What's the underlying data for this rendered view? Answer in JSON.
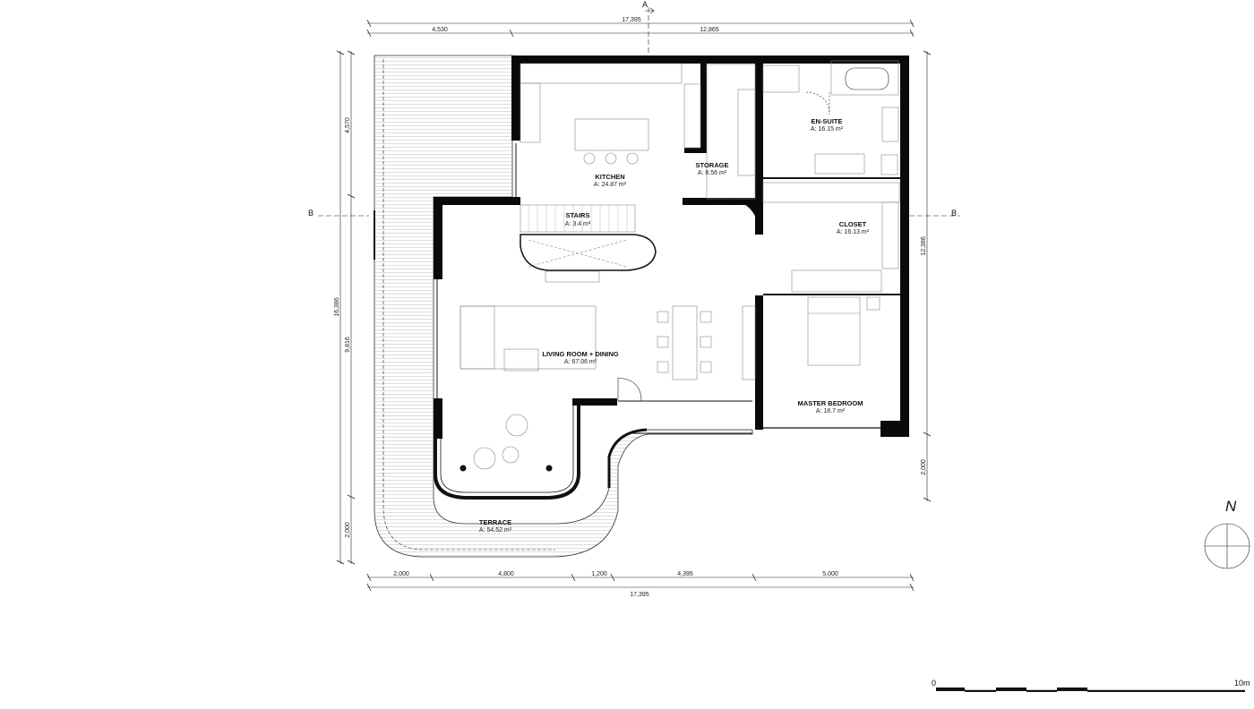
{
  "rooms": {
    "kitchen": {
      "name": "KITCHEN",
      "area": "A: 24.87 m²"
    },
    "storage": {
      "name": "STORAGE",
      "area": "A: 8.56 m²"
    },
    "ensuite": {
      "name": "EN-SUITE",
      "area": "A: 16.15 m²"
    },
    "stairs": {
      "name": "STAIRS",
      "area": "A: 3.4 m²"
    },
    "closet": {
      "name": "CLOSET",
      "area": "A: 16.13 m²"
    },
    "living": {
      "name": "LIVING ROOM + DINING",
      "area": "A: 67.06 m²"
    },
    "master": {
      "name": "MASTER BEDROOM",
      "area": "A: 18.7 m²"
    },
    "terrace": {
      "name": "TERRACE",
      "area": "A: 54.52 m²"
    }
  },
  "dimensions": {
    "top_total": "17,395",
    "top_left": "4,530",
    "top_right": "12,865",
    "bottom_1": "2,000",
    "bottom_2": "4,800",
    "bottom_3": "1,200",
    "bottom_4": "4,395",
    "bottom_5": "5,000",
    "bottom_total": "17,395",
    "left_total": "16,386",
    "left_1": "4,570",
    "left_2": "9,816",
    "left_3": "2,000",
    "right_1": "12,386",
    "right_2": "2,000"
  },
  "section_marks": {
    "a": "A",
    "b_left": "B",
    "b_right": "B"
  },
  "north": "N",
  "scale_bar": {
    "start": "0",
    "end": "10m"
  }
}
